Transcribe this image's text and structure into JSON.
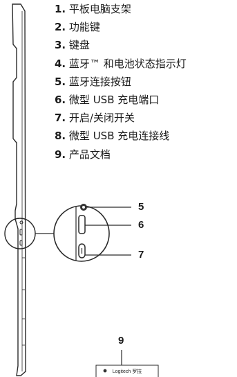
{
  "parts": [
    {
      "num": "1.",
      "label": "平板电脑支架"
    },
    {
      "num": "2.",
      "label": "功能键"
    },
    {
      "num": "3.",
      "label": "键盘"
    },
    {
      "num": "4.",
      "label": "蓝牙™ 和电池状态指示灯"
    },
    {
      "num": "5.",
      "label": "蓝牙连接按钮"
    },
    {
      "num": "6.",
      "label": "微型 USB 充电端口"
    },
    {
      "num": "7.",
      "label": "开启/关闭开关"
    },
    {
      "num": "8.",
      "label": "微型 USB 充电连接线"
    },
    {
      "num": "9.",
      "label": "产品文档"
    }
  ],
  "callouts": {
    "c5": "5",
    "c6": "6",
    "c7": "7",
    "c9": "9"
  },
  "document_logo": "Logitech 罗技"
}
